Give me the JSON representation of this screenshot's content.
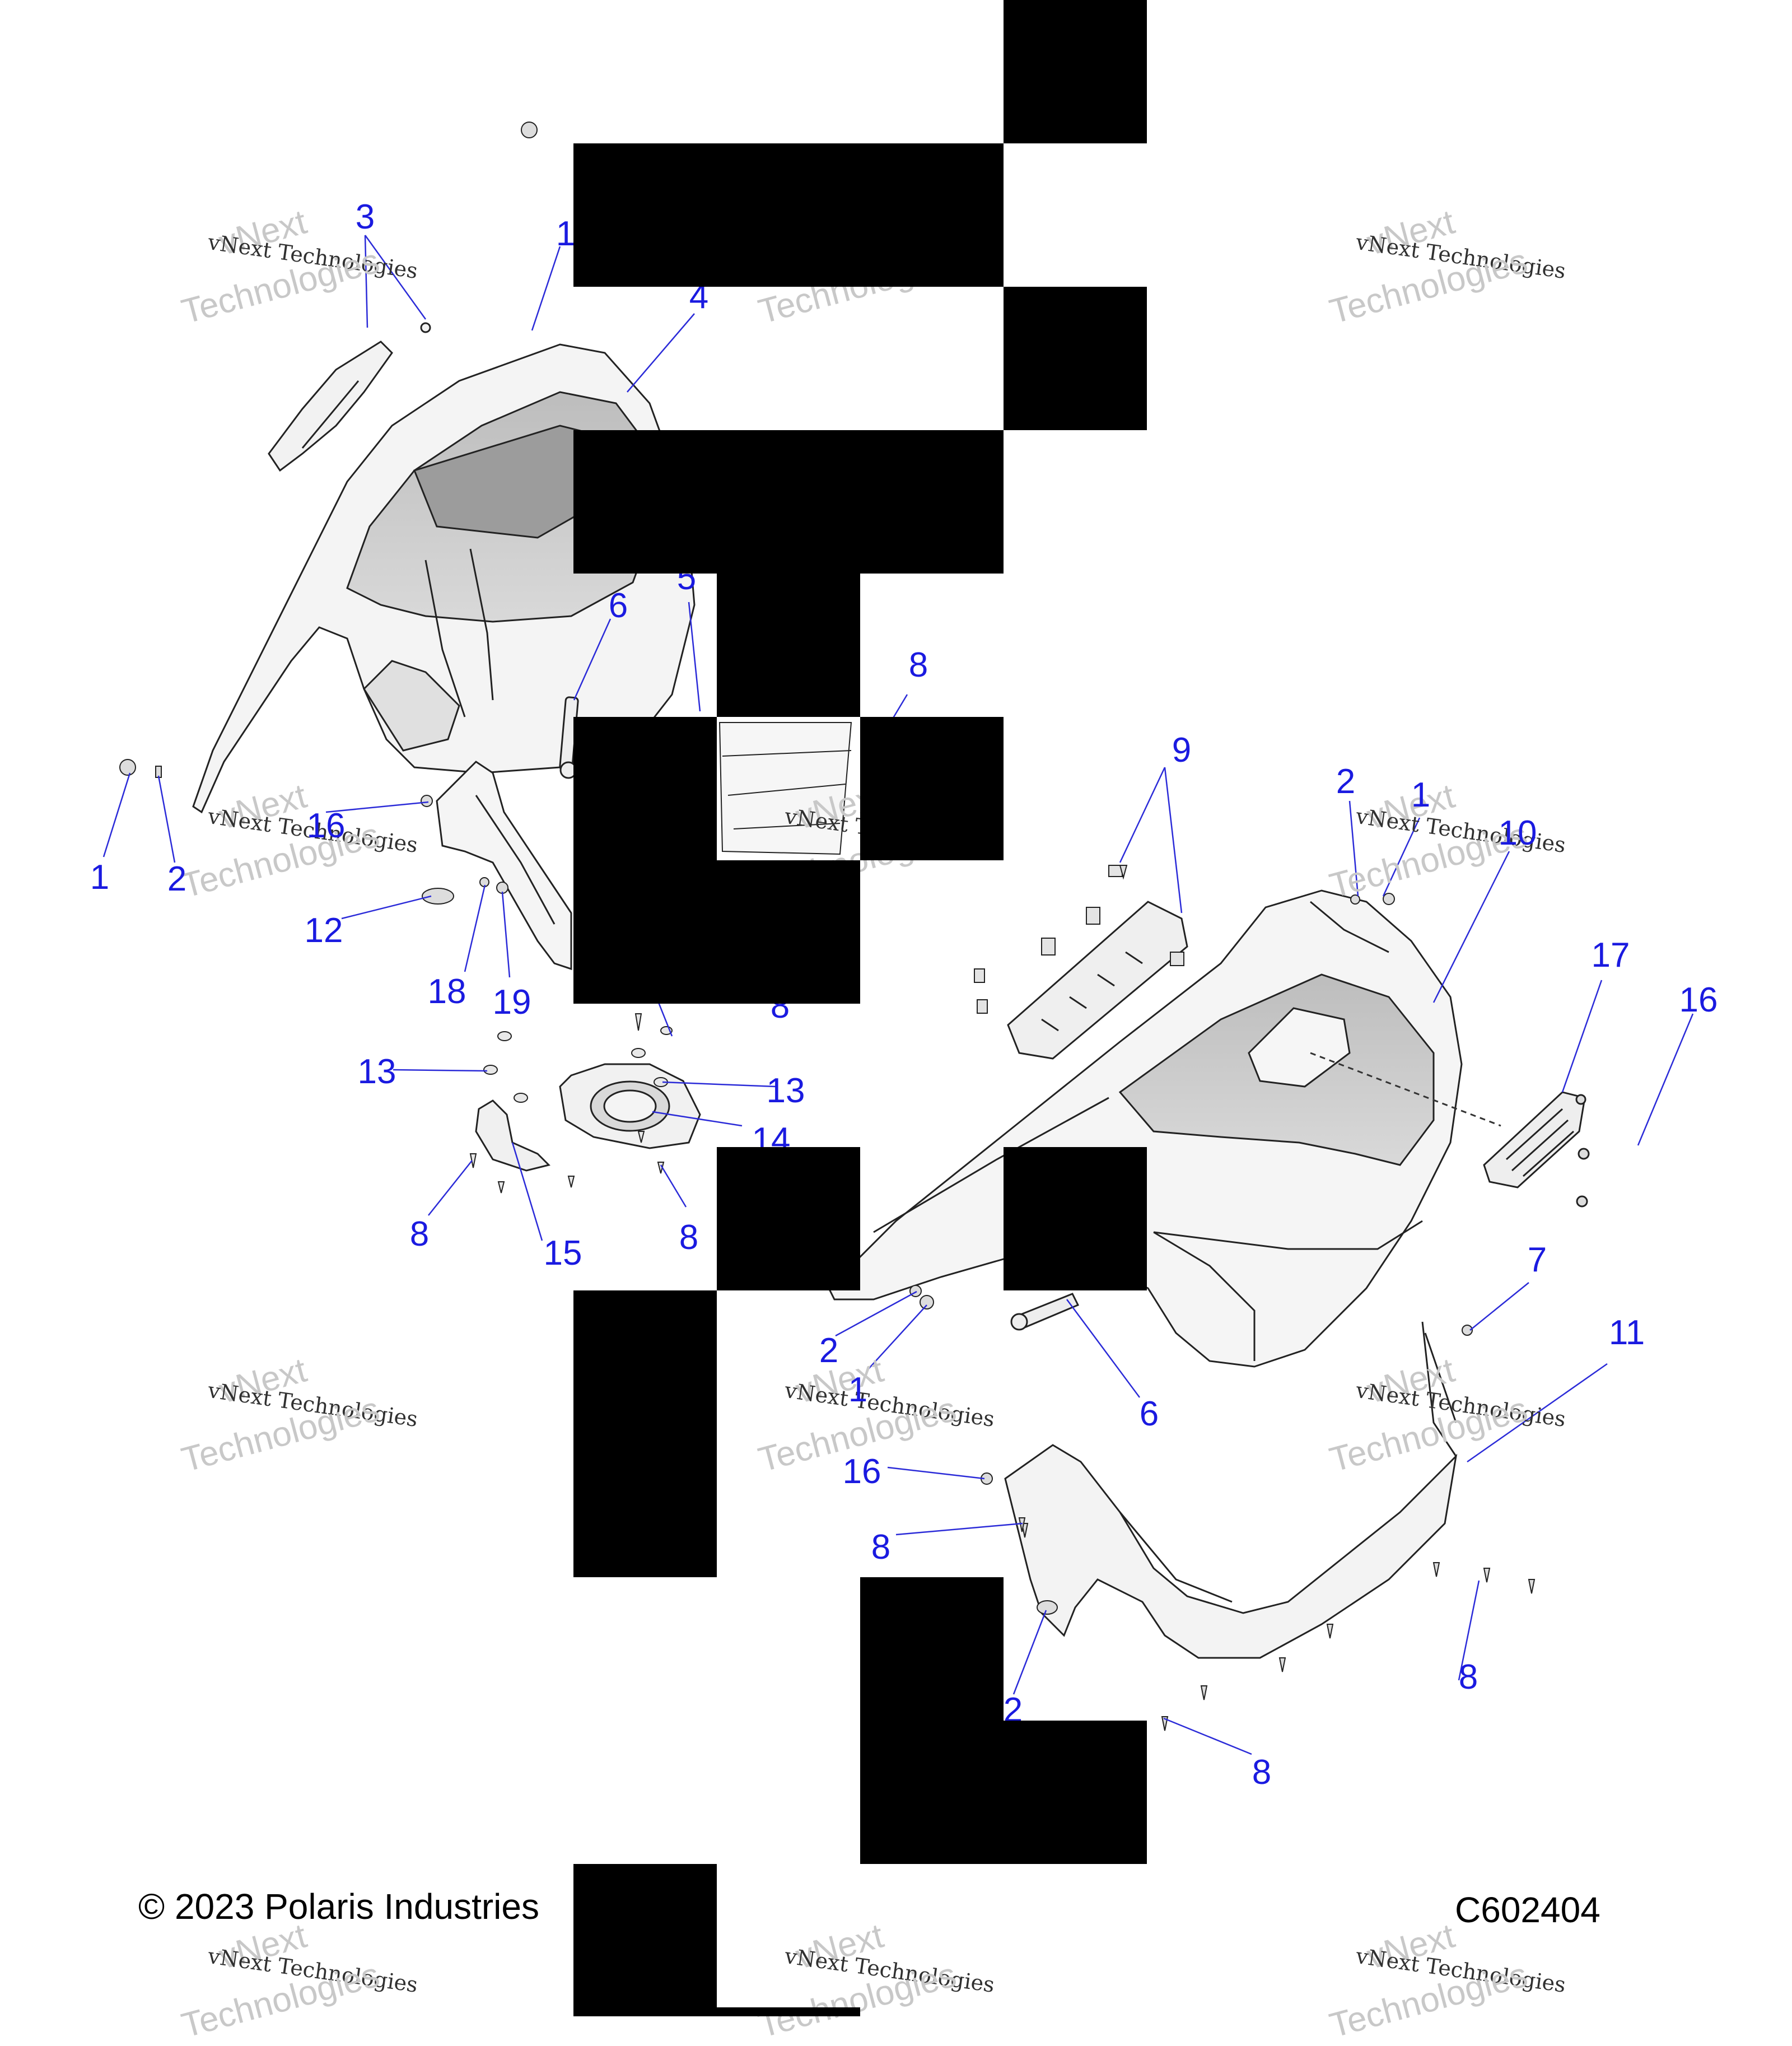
{
  "diagram": {
    "callouts": [
      {
        "id": "c-3-a",
        "text": "3"
      },
      {
        "id": "c-1-a",
        "text": "1"
      },
      {
        "id": "c-4",
        "text": "4"
      },
      {
        "id": "c-5",
        "text": "5"
      },
      {
        "id": "c-6-a",
        "text": "6"
      },
      {
        "id": "c-8-a",
        "text": "8"
      },
      {
        "id": "c-9",
        "text": "9"
      },
      {
        "id": "c-2-a",
        "text": "2"
      },
      {
        "id": "c-1-b",
        "text": "1"
      },
      {
        "id": "c-10",
        "text": "10"
      },
      {
        "id": "c-16-a",
        "text": "16"
      },
      {
        "id": "c-1-c",
        "text": "1"
      },
      {
        "id": "c-2-b",
        "text": "2"
      },
      {
        "id": "c-12",
        "text": "12"
      },
      {
        "id": "c-18",
        "text": "18"
      },
      {
        "id": "c-19",
        "text": "19"
      },
      {
        "id": "c-8-b",
        "text": "8"
      },
      {
        "id": "c-17",
        "text": "17"
      },
      {
        "id": "c-16-b",
        "text": "16"
      },
      {
        "id": "c-13-a",
        "text": "13"
      },
      {
        "id": "c-13-b",
        "text": "13"
      },
      {
        "id": "c-14",
        "text": "14"
      },
      {
        "id": "c-8-c",
        "text": "8"
      },
      {
        "id": "c-15",
        "text": "15"
      },
      {
        "id": "c-8-d",
        "text": "8"
      },
      {
        "id": "c-7",
        "text": "7"
      },
      {
        "id": "c-11",
        "text": "11"
      },
      {
        "id": "c-2-c",
        "text": "2"
      },
      {
        "id": "c-1-d",
        "text": "1"
      },
      {
        "id": "c-6-b",
        "text": "6"
      },
      {
        "id": "c-16-c",
        "text": "16"
      },
      {
        "id": "c-8-e",
        "text": "8"
      },
      {
        "id": "c-12-b",
        "text": "2"
      },
      {
        "id": "c-8-f",
        "text": "8"
      },
      {
        "id": "c-8-g",
        "text": "8"
      }
    ]
  },
  "footer": {
    "copyright": "© 2023 Polaris Industries",
    "diagram_code": "C602404"
  },
  "watermark": {
    "line1": "vNext Technologies",
    "line2": "Technologies",
    "line3": "vNext"
  }
}
